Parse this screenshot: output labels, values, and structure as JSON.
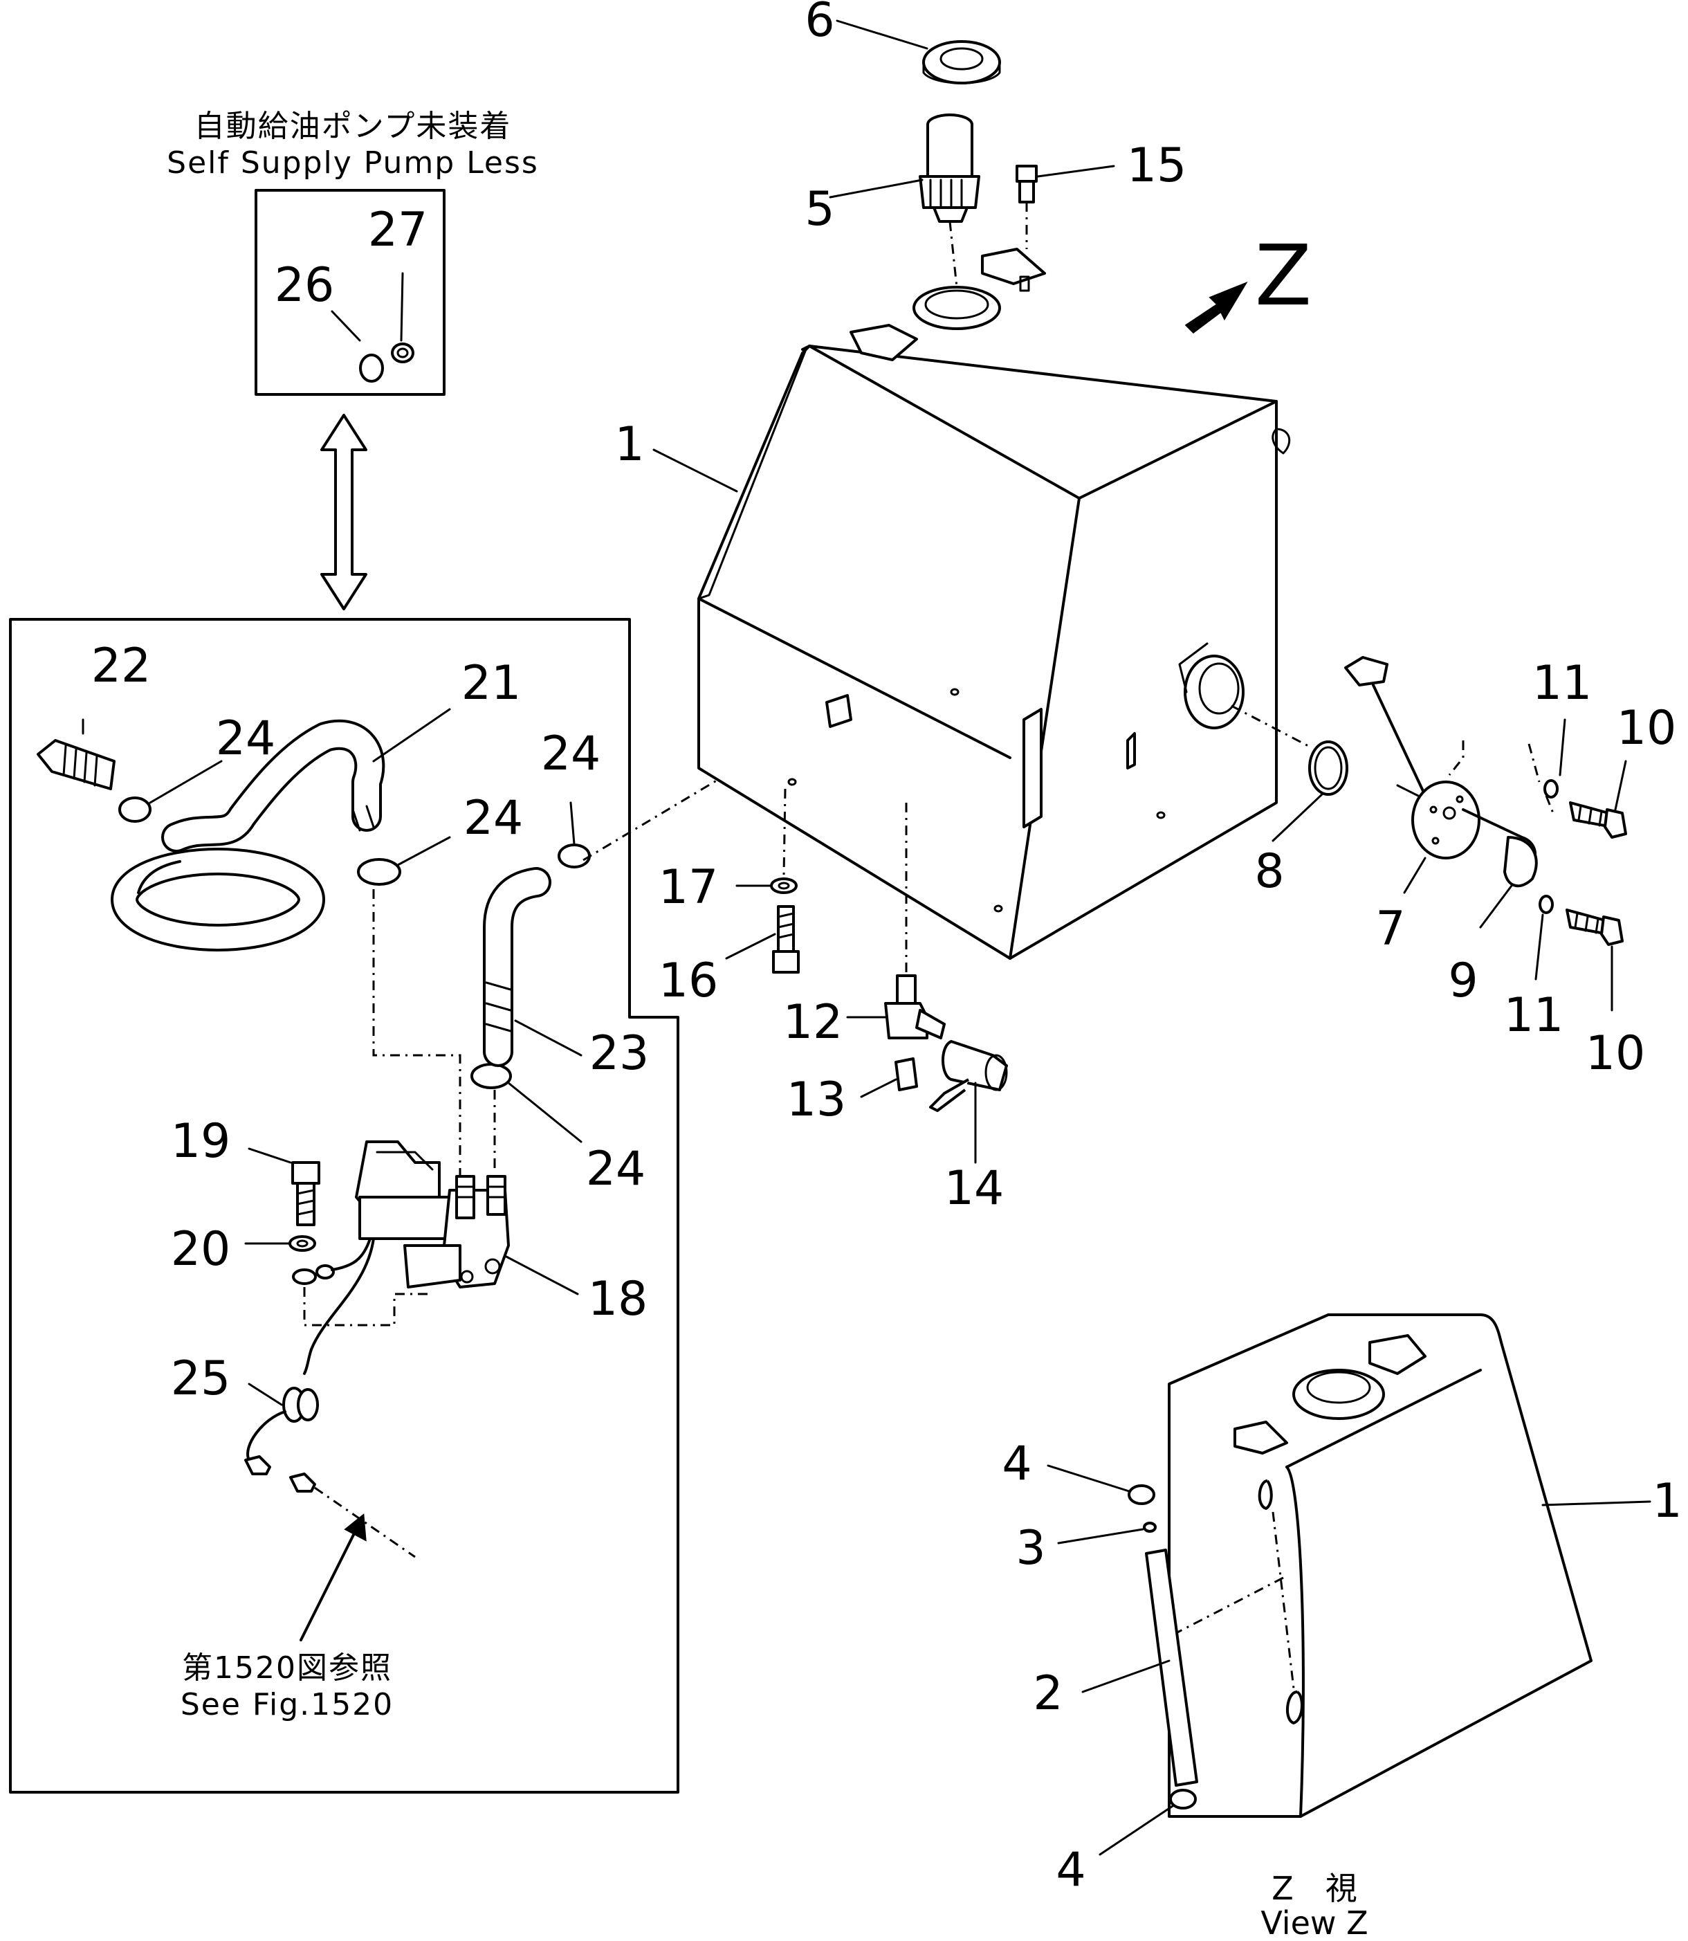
{
  "diagram": {
    "self_supply_caption": {
      "jp": "自動給油ポンプ未装着",
      "en": "Self Supply Pump Less"
    },
    "see_fig_caption": {
      "jp": "第1520図参照",
      "en": "See Fig.1520"
    },
    "view_z_caption": {
      "jp": "Z　視",
      "en": "View Z"
    },
    "view_arrow_label": "Z",
    "part_numbers": {
      "p1": "1",
      "p1b": "1",
      "p2": "2",
      "p3": "3",
      "p4a": "4",
      "p4b": "4",
      "p5": "5",
      "p6": "6",
      "p7": "7",
      "p8": "8",
      "p9": "9",
      "p10a": "10",
      "p10b": "10",
      "p11a": "11",
      "p11b": "11",
      "p12": "12",
      "p13": "13",
      "p14": "14",
      "p15": "15",
      "p16": "16",
      "p17": "17",
      "p18": "18",
      "p19": "19",
      "p20": "20",
      "p21": "21",
      "p22": "22",
      "p23": "23",
      "p24a": "24",
      "p24b": "24",
      "p24c": "24",
      "p24d": "24",
      "p25": "25",
      "p26": "26",
      "p27": "27"
    }
  }
}
